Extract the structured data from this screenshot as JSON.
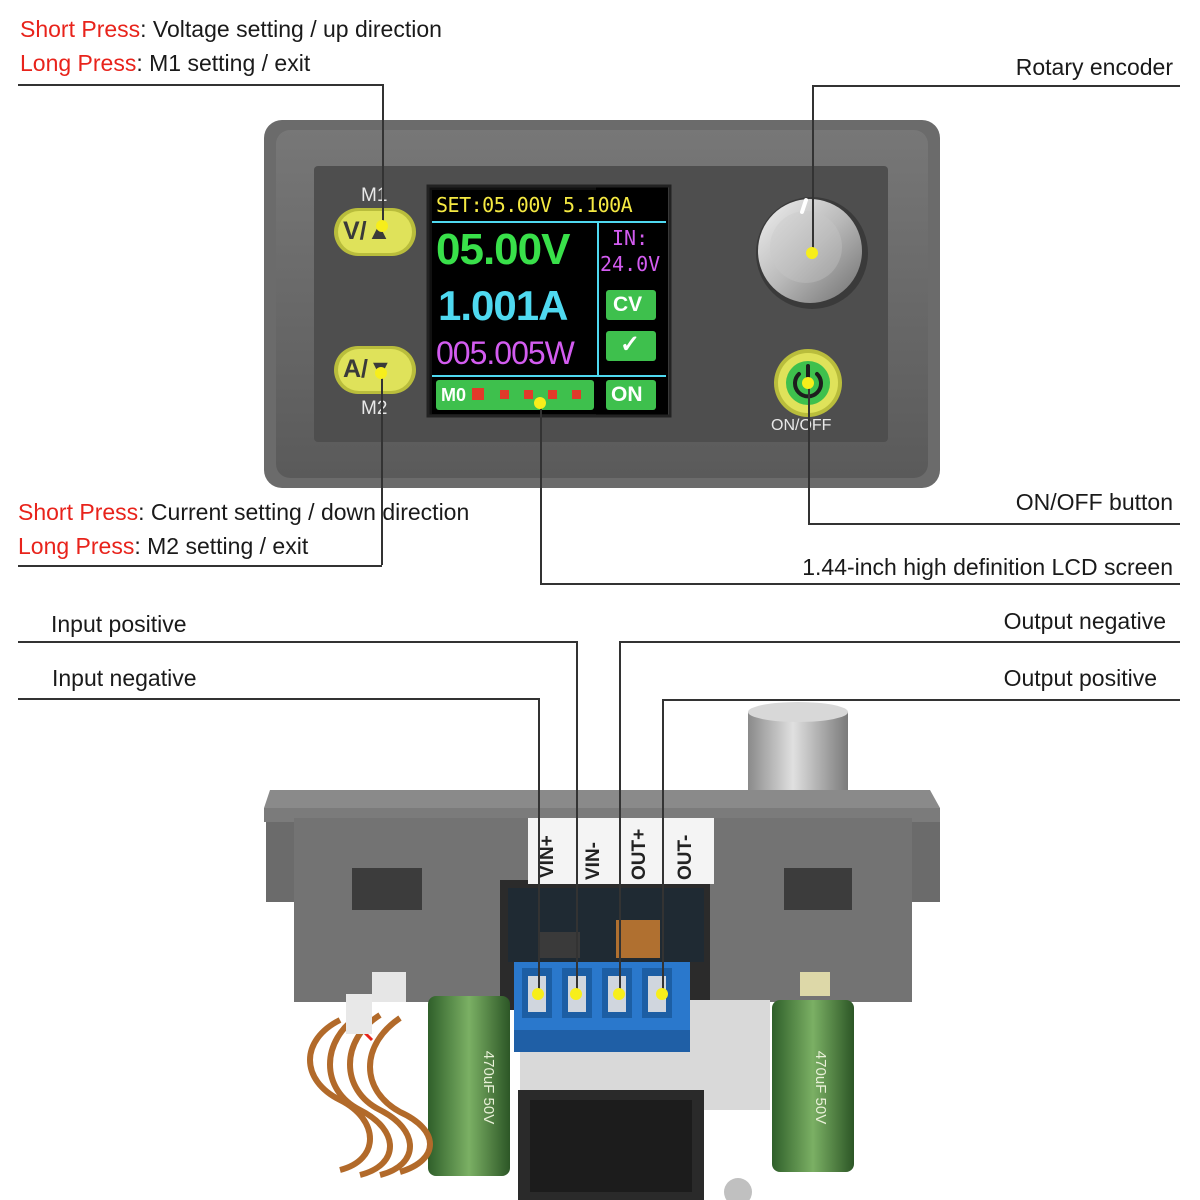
{
  "callouts": {
    "top_left": {
      "short_press_label": "Short Press",
      "short_press_text": ": Voltage setting / up direction",
      "long_press_label": "Long Press",
      "long_press_text": ": M1 setting / exit"
    },
    "mid_left": {
      "short_press_label": "Short Press",
      "short_press_text": ": Current setting / down direction",
      "long_press_label": "Long Press",
      "long_press_text": ": M2 setting / exit"
    },
    "rotary_encoder": "Rotary encoder",
    "on_off_button": "ON/OFF button",
    "lcd_screen": "1.44-inch high definition LCD screen",
    "input_positive": "Input positive",
    "input_negative": "Input negative",
    "output_negative": "Output negative",
    "output_positive": "Output positive"
  },
  "device": {
    "button_m1_label": "M1",
    "button_m1_face": "V/▲",
    "button_m2_label": "M2",
    "button_m2_face": "A/▼",
    "power_button_label": "ON/OFF",
    "lcd": {
      "set_line": "SET:05.00V 5.100A",
      "voltage": "05.00V",
      "current": "1.001A",
      "power": "005.005W",
      "in_label": "IN:",
      "in_value": "24.0V",
      "mode_badge": "CV",
      "ok_badge": "✓",
      "memory": "M0",
      "output_state": "ON"
    },
    "terminals": [
      "VIN+",
      "VIN-",
      "OUT+",
      "OUT-"
    ],
    "capacitor_text_left": "470uF 50V",
    "capacitor_text_right": "470uF 50V"
  },
  "colors": {
    "callout_red": "#e8231b",
    "marker_yellow": "#f7ee1b",
    "lcd_yellow": "#f5e942",
    "lcd_green": "#39e04a",
    "lcd_cyan": "#4fd9f0",
    "lcd_magenta": "#d35cf0",
    "button_yellow": "#dfe25a",
    "terminal_blue": "#2a78cc"
  }
}
